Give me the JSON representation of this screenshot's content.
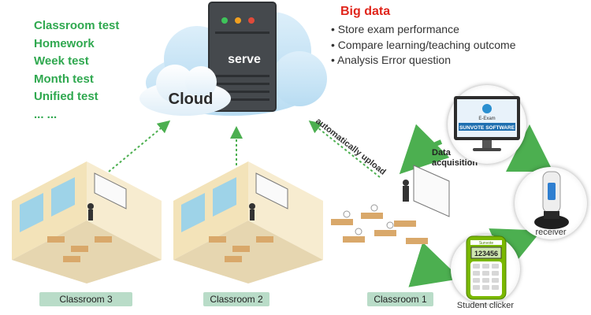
{
  "test_types": [
    "Classroom test",
    "Homework",
    "Week test",
    "Month test",
    "Unified test",
    "... ..."
  ],
  "big_data": {
    "title": "Big data",
    "items": [
      "Store exam performance",
      "Compare learning/teaching outcome",
      "Analysis Error question"
    ]
  },
  "server_label": "serve",
  "cloud_label": "Cloud",
  "upload_label": "automatically upload",
  "data_acquisition": "Data acquisition",
  "monitor": {
    "brand": "E-Exam",
    "banner": "SUNVOTE SOFTWARE"
  },
  "receiver_label": "receiver",
  "clicker": {
    "label": "Student clicker",
    "brand": "Sunvote",
    "screen": "123456"
  },
  "classrooms": [
    "Classroom 3",
    "Classroom 2",
    "Classroom 1"
  ],
  "colors": {
    "green_text": "#2fa84f",
    "red_title": "#e0251b",
    "arrow_green": "#4caf50",
    "pill": "#b9dcc8"
  }
}
